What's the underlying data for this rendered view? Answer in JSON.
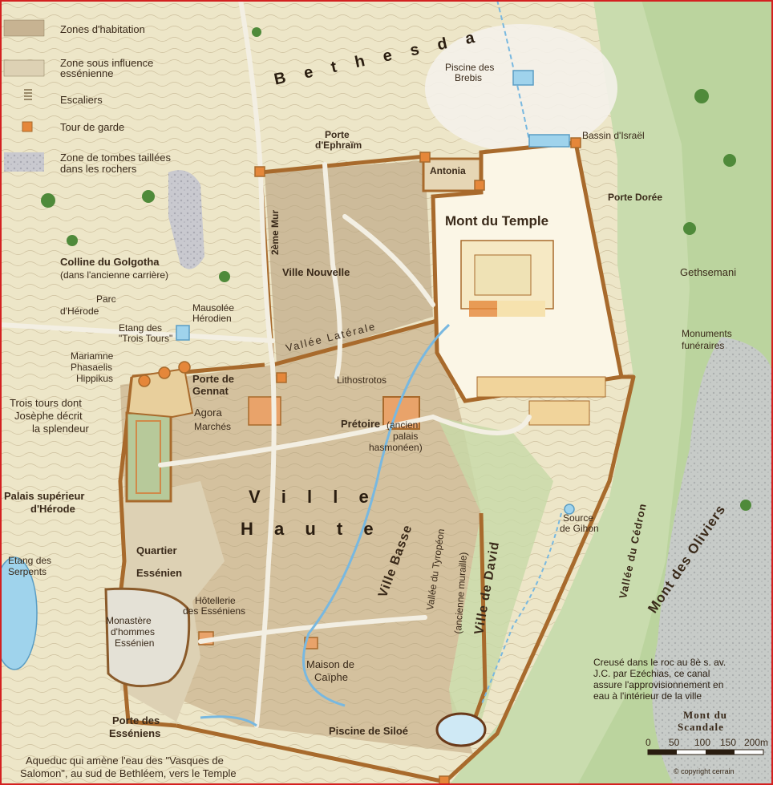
{
  "legend": {
    "habitation": "Zones d'habitation",
    "essenian_line1": "Zone sous influence",
    "essenian_line2": "essénienne",
    "stairs": "Escaliers",
    "watchtower": "Tour de garde",
    "tombs_line1": "Zone de tombes taillées",
    "tombs_line2": "dans les rochers"
  },
  "labels": {
    "bethesda": "B e t h e s d a",
    "piscine_brebis_1": "Piscine des",
    "piscine_brebis_2": "Brebis",
    "bassin_israel": "Bassin d'Israël",
    "porte_ephraim_1": "Porte",
    "porte_ephraim_2": "d'Ephraïm",
    "antonia": "Antonia",
    "porte_doree": "Porte Dorée",
    "mont_temple": "Mont du Temple",
    "deuxieme_mur": "2ème Mur",
    "golgotha_1": "Colline du Golgotha",
    "golgotha_2": "(dans l'ancienne carrière)",
    "ville_nouvelle": "Ville Nouvelle",
    "gethsemani": "Gethsemani",
    "parc_herode_1": "Parc",
    "parc_herode_2": "d'Hérode",
    "mausolee_1": "Mausolée",
    "mausolee_2": "Hérodien",
    "etang_trois_tours_1": "Etang des",
    "etang_trois_tours_2": "\"Trois Tours\"",
    "vallee_laterale": "Vallée Latérale",
    "monuments_1": "Monuments",
    "monuments_2": "funéraires",
    "mariamne": "Mariamne",
    "phasaelis": "Phasaelis",
    "hippikus": "Hippikus",
    "porte_gennat_1": "Porte de",
    "porte_gennat_2": "Gennat",
    "lithostrotos": "Lithostrotos",
    "trois_tours_1": "Trois tours dont",
    "trois_tours_2": "Josèphe décrit",
    "trois_tours_3": "la splendeur",
    "agora_1": "Agora",
    "agora_2": "Marchés",
    "pretoire": "Prétoire",
    "pretoire_2": "(ancien",
    "pretoire_3": "palais",
    "pretoire_4": "hasmonéen)",
    "palais_1": "Palais supérieur",
    "palais_2": "d'Hérode",
    "ville": "V i l l e",
    "haute": "H a u t e",
    "ville_basse": "Ville Basse",
    "source_1": "Source",
    "source_2": "de Gihon",
    "vallee_cedron": "Vallée du Cédron",
    "mont_oliviers": "Mont des Oliviers",
    "vallee_tyropeon": "Vallée du Tyropéon",
    "ancienne_muraille": "(ancienne muraille)",
    "ville_david": "Ville de David",
    "quartier_1": "Quartier",
    "quartier_2": "Essénien",
    "etang_serpents_1": "Etang des",
    "etang_serpents_2": "Serpents",
    "hotellerie_1": "Hôtellerie",
    "hotellerie_2": "des Esséniens",
    "monastere_1": "Monastère",
    "monastere_2": "d'hommes",
    "monastere_3": "Essénien",
    "maison_caiphe_1": "Maison de",
    "maison_caiphe_2": "Caïphe",
    "creuse_1": "Creusé dans le roc au 8è s. av.",
    "creuse_2": "J.C. par Ezéchias, ce canal",
    "creuse_3": "assure l'approvisionnement en",
    "creuse_4": "eau à l'intérieur de la ville",
    "mont_scandale_1": "Mont du",
    "mont_scandale_2": "Scandale",
    "porte_esseniens_1": "Porte des",
    "porte_esseniens_2": "Esséniens",
    "piscine_siloe": "Piscine de Siloé",
    "aqueduc_1": "Aqueduc qui amène l'eau des \"Vasques de",
    "aqueduc_2": "Salomon\", au sud de Bethléem, vers le Temple"
  },
  "scale": {
    "ticks": [
      "0",
      "50",
      "100",
      "150",
      "200m"
    ],
    "copyright": "© copyright cerrain"
  },
  "colors": {
    "wall": "#a86a2c",
    "frame": "#d42020",
    "water": "#9fd3ec",
    "temple": "#fbf6e6",
    "tower": "#e5873a"
  }
}
